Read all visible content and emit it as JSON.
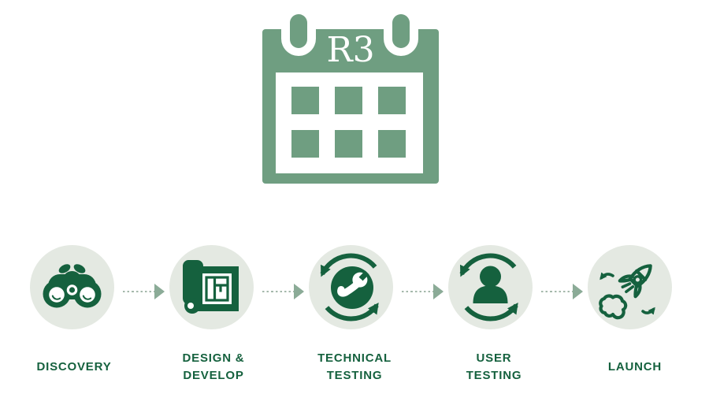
{
  "colors": {
    "sage_green": "#6f9e81",
    "dark_green": "#15613e",
    "circle_background": "#e4e9e2",
    "arrow_dots": "#a5b9ac",
    "arrow_head": "#8bab97",
    "page_background": "#ffffff"
  },
  "calendar": {
    "icon": "calendar-icon",
    "label": "R3"
  },
  "steps": [
    {
      "icon": "binoculars-icon",
      "label": "DISCOVERY"
    },
    {
      "icon": "blueprint-icon",
      "label": "DESIGN &\nDEVELOP"
    },
    {
      "icon": "wrench-sync-icon",
      "label": "TECHNICAL\nTESTING"
    },
    {
      "icon": "user-sync-icon",
      "label": "USER\nTESTING"
    },
    {
      "icon": "rocket-icon",
      "label": "LAUNCH"
    }
  ],
  "connectors": [
    {
      "style": "dotted-arrow-right"
    },
    {
      "style": "dotted-arrow-right"
    },
    {
      "style": "dotted-arrow-right"
    },
    {
      "style": "dotted-arrow-right"
    }
  ]
}
